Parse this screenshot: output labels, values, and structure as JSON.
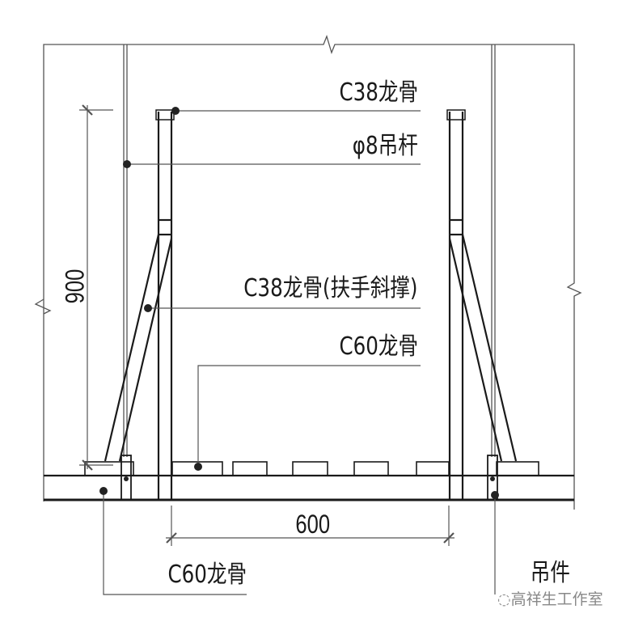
{
  "labels": {
    "c38_keel": "C38龙骨",
    "rod": "φ8吊杆",
    "c38_brace": "C38龙骨(扶手斜撑)",
    "c60_keel_upper": "C60龙骨",
    "c60_keel_lower": "C60龙骨",
    "hanger": "吊件"
  },
  "dimensions": {
    "height": "900",
    "spacing": "600"
  },
  "watermark": "高祥生工作室",
  "colors": {
    "line": "#1a1a1a",
    "thin": "#555555"
  }
}
